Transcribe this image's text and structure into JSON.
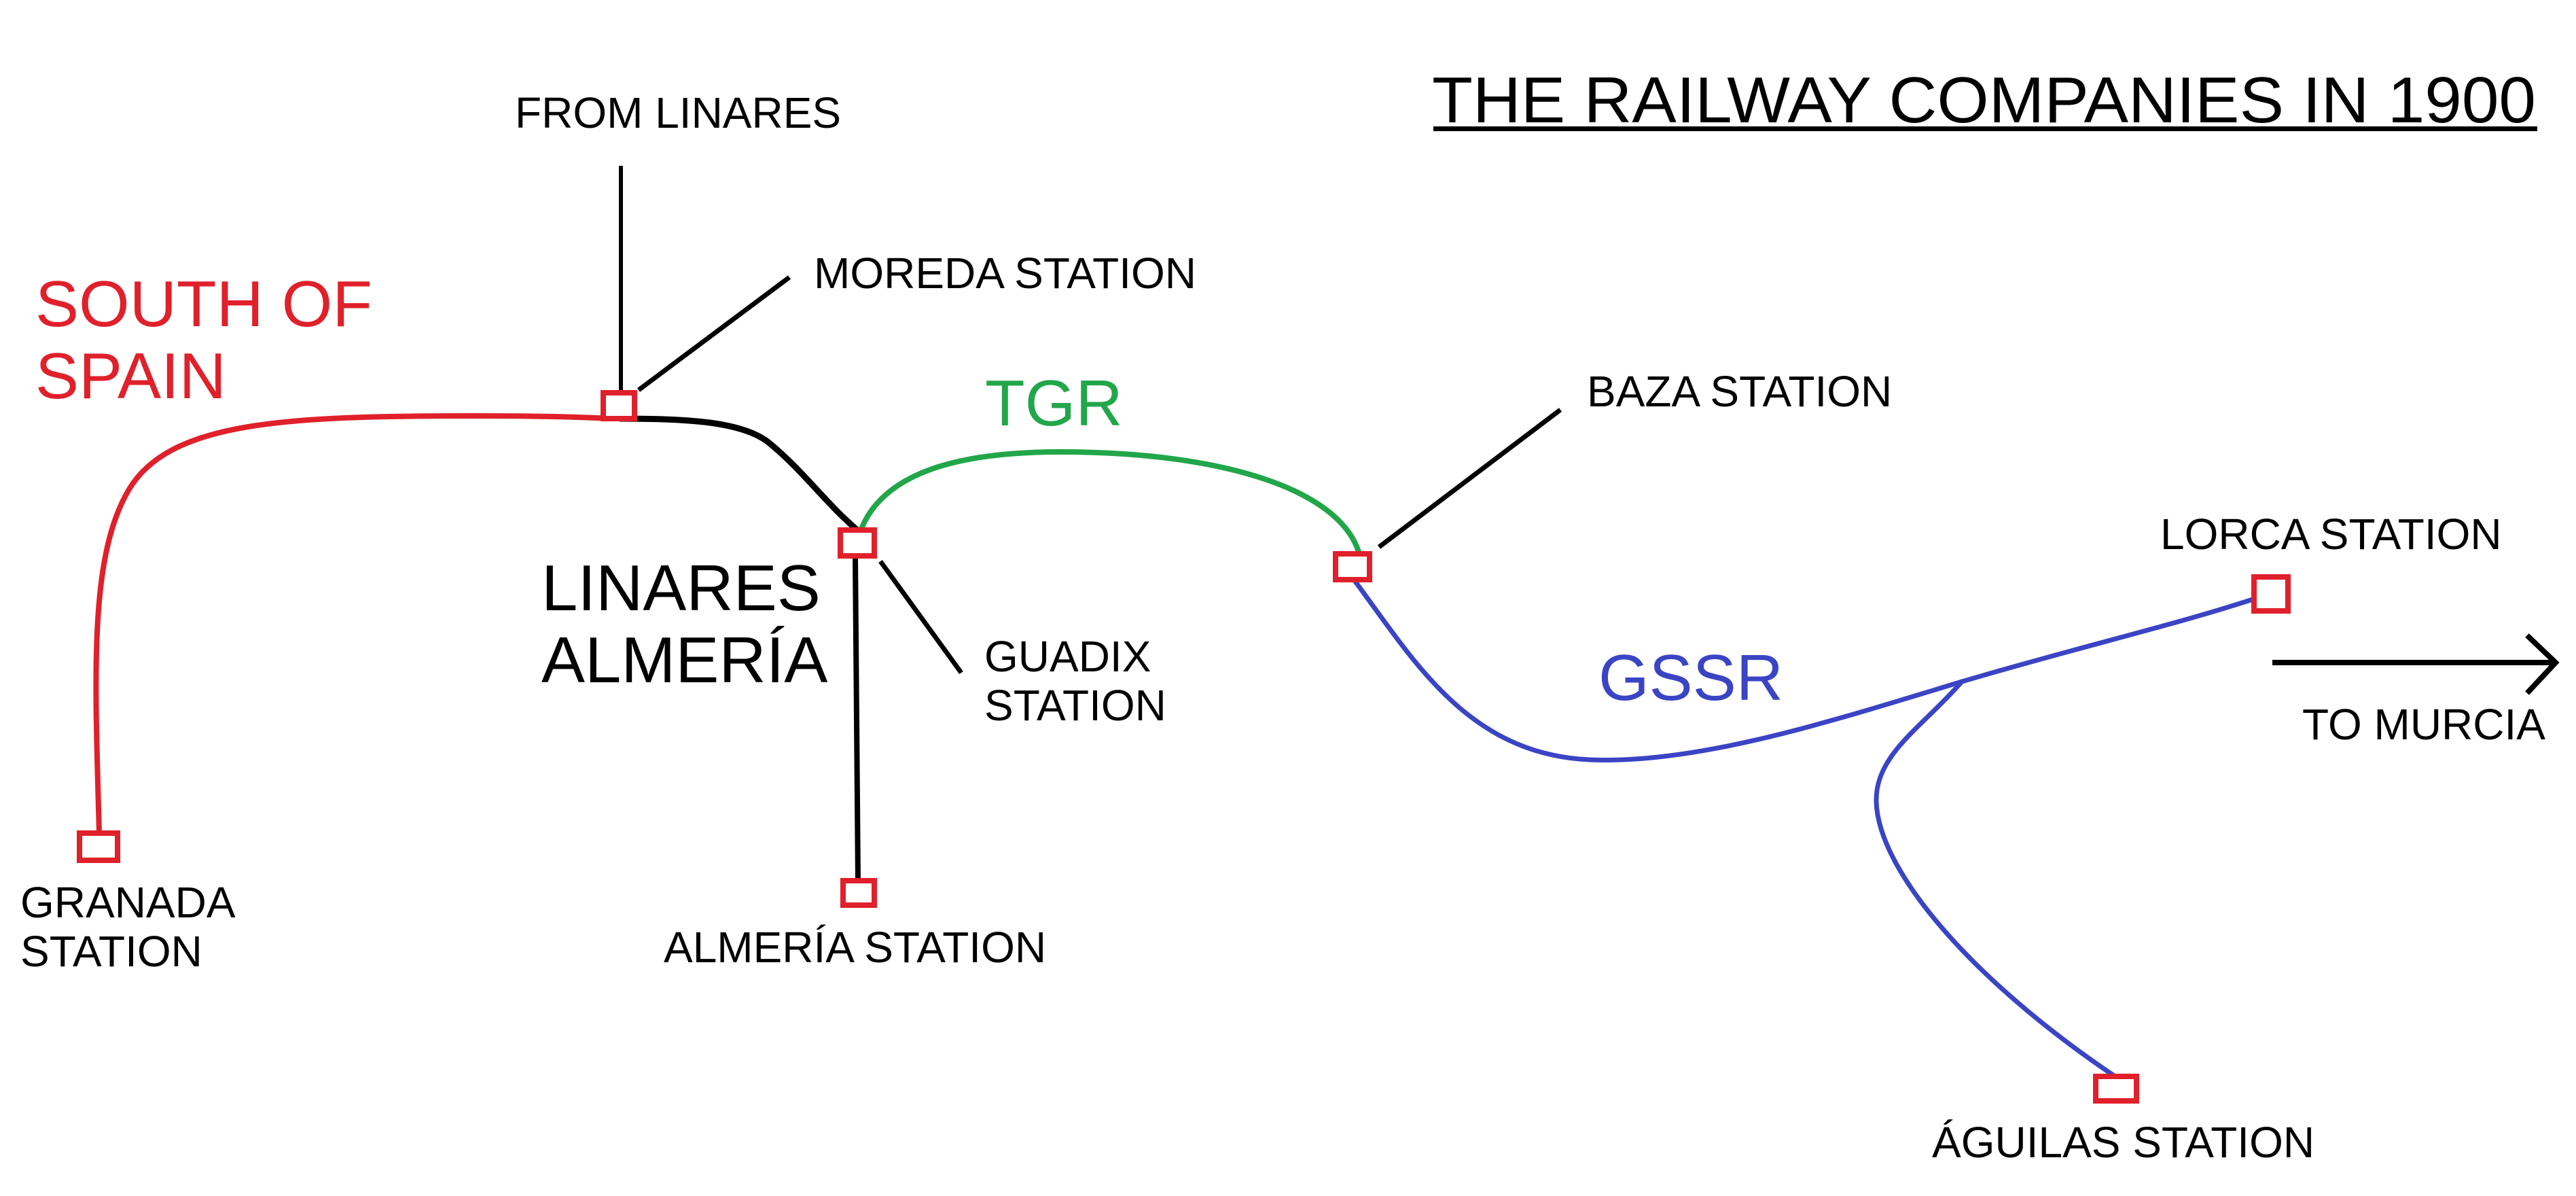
{
  "title": "THE RAILWAY COMPANIES IN 1900",
  "colors": {
    "south_of_spain": "#e0202a",
    "linares_almeria": "#000000",
    "tgr": "#22a64a",
    "gssr": "#3a44c4",
    "station_marker": "#e0202a"
  },
  "companies": {
    "south_of_spain": {
      "line1": "SOUTH OF",
      "line2": "SPAIN"
    },
    "linares_almeria": {
      "line1": "LINARES",
      "line2": "ALMERÍA"
    },
    "tgr": {
      "label": "TGR"
    },
    "gssr": {
      "label": "GSSR"
    }
  },
  "labels": {
    "from_linares": "FROM LINARES",
    "moreda": "MOREDA STATION",
    "granada_1": "GRANADA",
    "granada_2": "STATION",
    "guadix_1": "GUADIX",
    "guadix_2": "STATION",
    "almeria": "ALMERÍA STATION",
    "baza": "BAZA STATION",
    "lorca": "LORCA STATION",
    "aguilas": "ÁGUILAS STATION",
    "to_murcia": "TO MURCIA"
  }
}
